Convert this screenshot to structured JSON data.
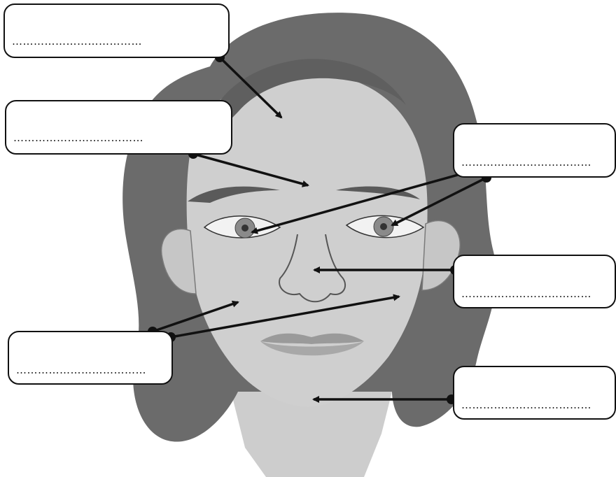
{
  "diagram": {
    "kind": "face-labeling-worksheet",
    "colors": {
      "hair": "#6b6b6b",
      "skin": "#c9c9c9",
      "line": "#111111"
    }
  },
  "labels": [
    {
      "id": "forehead",
      "blank": "………………………………"
    },
    {
      "id": "eyebrow",
      "blank": "………………………………"
    },
    {
      "id": "eye",
      "blank": "………………………………"
    },
    {
      "id": "nose",
      "blank": "………………………………"
    },
    {
      "id": "cheek",
      "blank": "………………………………"
    },
    {
      "id": "chin",
      "blank": "………………………………"
    }
  ]
}
